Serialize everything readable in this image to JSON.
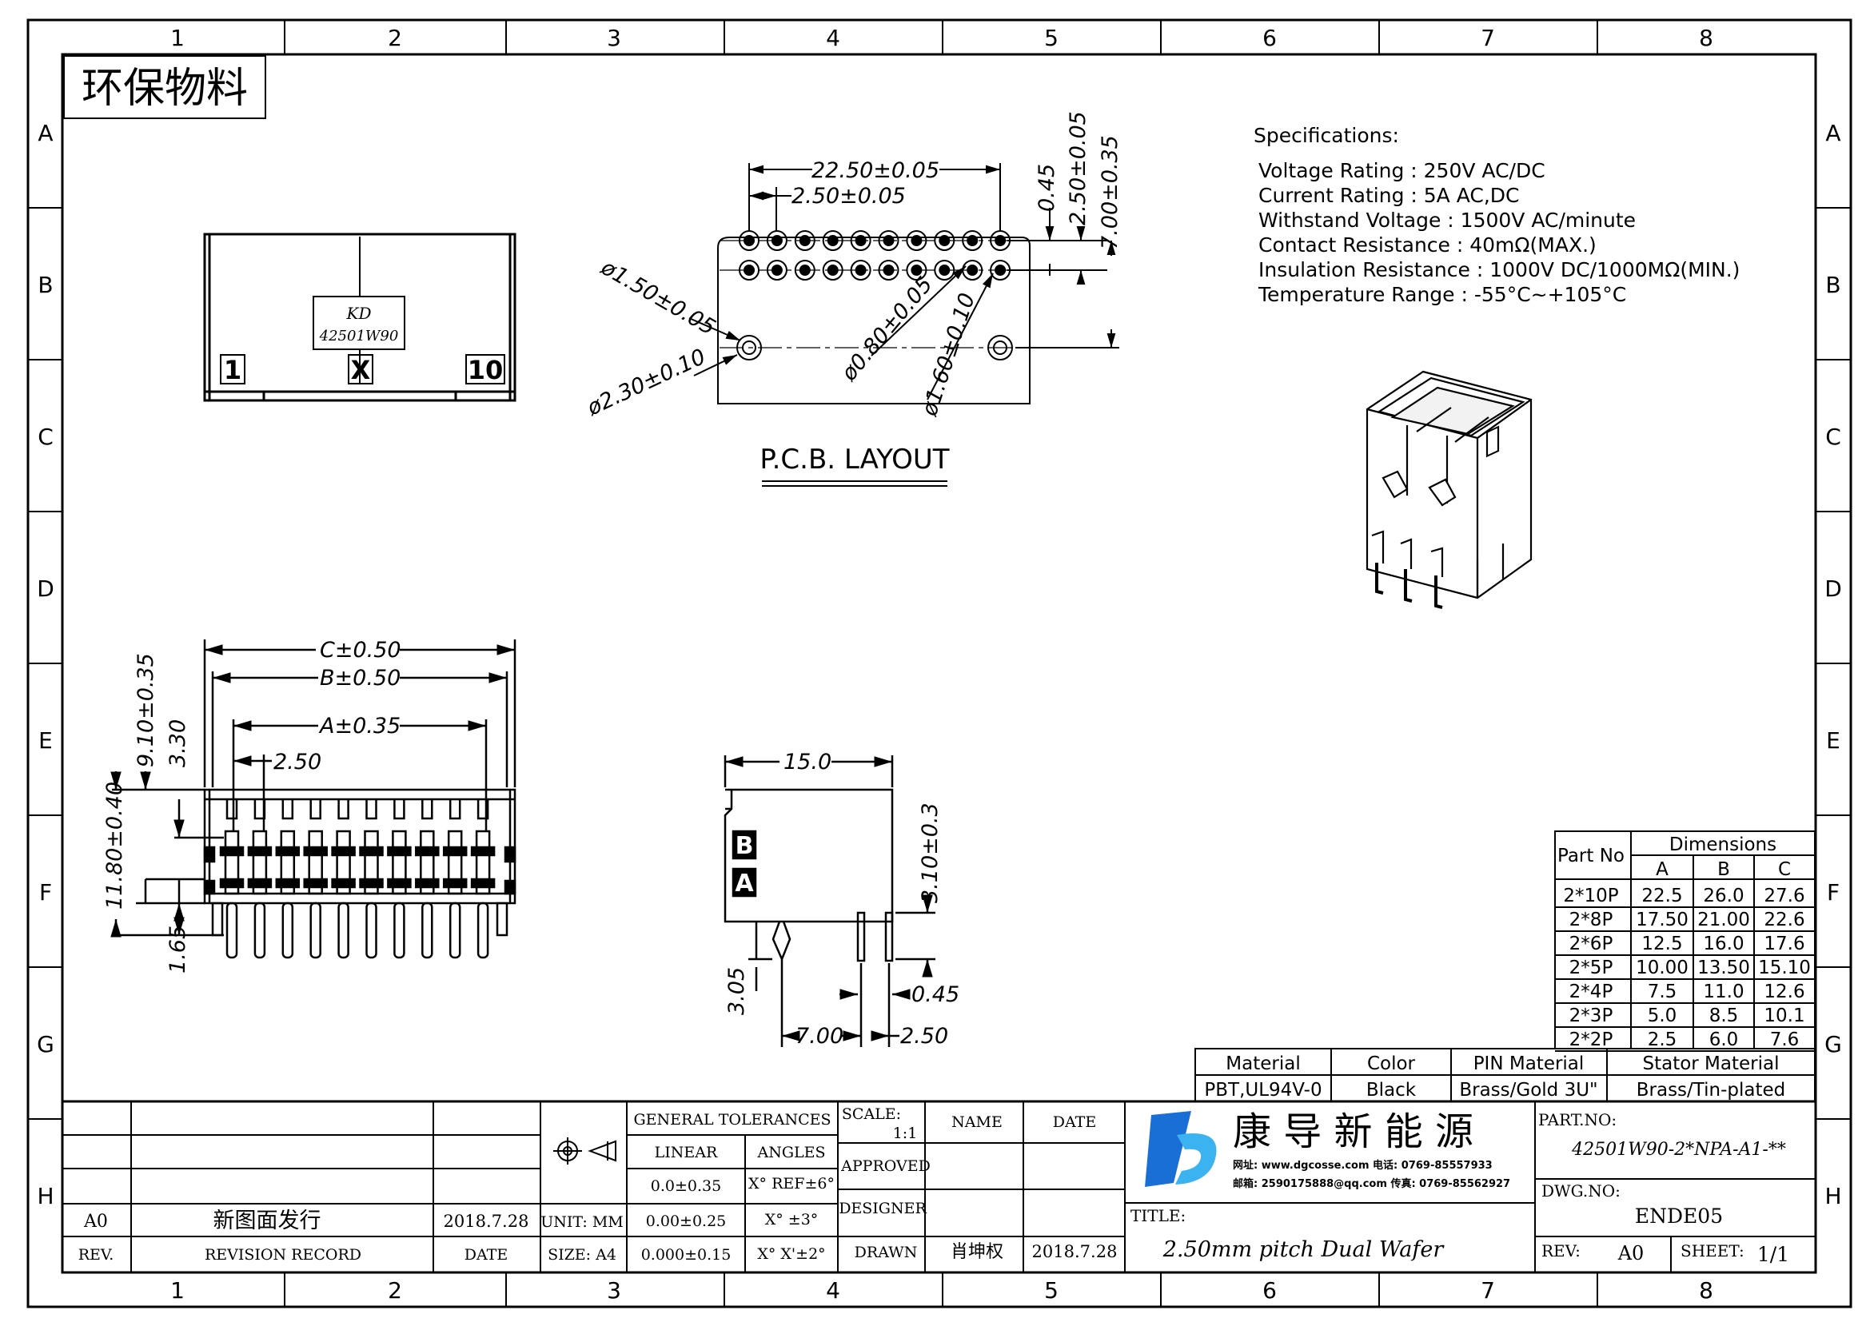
{
  "zone_cols": [
    "1",
    "2",
    "3",
    "4",
    "5",
    "6",
    "7",
    "8"
  ],
  "zone_rows": [
    "A",
    "B",
    "C",
    "D",
    "E",
    "F",
    "G",
    "H"
  ],
  "eco_label": "环保物料",
  "top_view": {
    "brand": "KD",
    "model": "42501W90",
    "pin_first": "1",
    "pin_mid": "X",
    "pin_last": "10"
  },
  "pcb_layout": {
    "title": "P.C.B. LAYOUT",
    "dims": {
      "d1": "22.50±0.05",
      "d2": "2.50±0.05",
      "d3": "0.45",
      "d4": "2.50±0.05",
      "d5": "7.00±0.35",
      "d6": "ø1.50±0.05",
      "d7": "ø2.30±0.10",
      "d8": "ø0.80±0.05",
      "d9": "ø1.60±0.10"
    }
  },
  "specifications": {
    "title": "Specifications:",
    "lines": [
      "Voltage Rating : 250V AC/DC",
      "Current Rating : 5A AC,DC",
      "Withstand Voltage : 1500V AC/minute",
      "Contact Resistance : 40mΩ(MAX.)",
      "Insulation Resistance : 1000V DC/1000MΩ(MIN.)",
      "Temperature Range : -55°C~+105°C"
    ]
  },
  "front_view": {
    "dims": {
      "c": "C±0.50",
      "b": "B±0.50",
      "a": "A±0.35",
      "pitch": "2.50",
      "h1": "9.10±0.35",
      "h2": "3.30",
      "h3": "11.80±0.40",
      "h4": "1.65"
    }
  },
  "side_view": {
    "dims": {
      "w": "15.0",
      "h": "3.10±0.3",
      "l": "3.05",
      "t": "0.45",
      "p1": "7.00",
      "p2": "2.50"
    },
    "row_b": "B",
    "row_a": "A"
  },
  "dimension_table": {
    "part_no_header": "Part No",
    "dimensions_header": "Dimensions",
    "columns": [
      "A",
      "B",
      "C"
    ],
    "rows": [
      {
        "part": "2*10P",
        "a": "22.5",
        "b": "26.0",
        "c": "27.6"
      },
      {
        "part": "2*8P",
        "a": "17.50",
        "b": "21.00",
        "c": "22.6"
      },
      {
        "part": "2*6P",
        "a": "12.5",
        "b": "16.0",
        "c": "17.6"
      },
      {
        "part": "2*5P",
        "a": "10.00",
        "b": "13.50",
        "c": "15.10"
      },
      {
        "part": "2*4P",
        "a": "7.5",
        "b": "11.0",
        "c": "12.6"
      },
      {
        "part": "2*3P",
        "a": "5.0",
        "b": "8.5",
        "c": "10.1"
      },
      {
        "part": "2*2P",
        "a": "2.5",
        "b": "6.0",
        "c": "7.6"
      }
    ]
  },
  "material_table": {
    "headers": [
      "Material",
      "Color",
      "PIN Material",
      "Stator Material"
    ],
    "values": [
      "PBT,UL94V-0",
      "Black",
      "Brass/Gold 3U\"",
      "Brass/Tin-plated"
    ]
  },
  "title_block": {
    "general_tolerances": "GENERAL TOLERANCES",
    "linear": "LINEAR",
    "angles": "ANGLES",
    "lin_vals": [
      "0.0±0.35",
      "0.00±0.25",
      "0.000±0.15"
    ],
    "ang_vals": [
      "X° REF±6°",
      "X° ±3°",
      "X° X'±2°"
    ],
    "unit": "UNIT: MM",
    "size": "SIZE: A4",
    "scale_label": "SCALE:",
    "scale_val": "1:1",
    "name": "NAME",
    "date_hdr": "DATE",
    "approved": "APPROVED",
    "designer": "DESIGNER",
    "drawn": "DRAWN",
    "drawn_name": "肖坤权",
    "drawn_date": "2018.7.28",
    "rev_code": "A0",
    "rev_record": "新图面发行",
    "rev_date": "2018.7.28",
    "rev_hdr": "REV.",
    "rev_record_hdr": "REVISION RECORD",
    "rev_date_hdr": "DATE",
    "company": "康 导 新 能 源",
    "company_line1": "网址: www.dgcosse.com  电话: 0769-85557933",
    "company_line2": "邮箱: 2590175888@qq.com  传真: 0769-85562927",
    "title_label": "TITLE:",
    "title_val": "2.50mm pitch Dual Wafer",
    "part_no_label": "PART.NO:",
    "part_no_val": "42501W90-2*NPA-A1-**",
    "dwg_label": "DWG.NO:",
    "dwg_val": "ENDE05",
    "rev_label": "REV:",
    "rev_val": "A0",
    "sheet_label": "SHEET:",
    "sheet_val": "1/1"
  },
  "colors": {
    "line": "#000000",
    "logo_blue": "#1a6fd6",
    "logo_cyan": "#3bb3f0"
  }
}
